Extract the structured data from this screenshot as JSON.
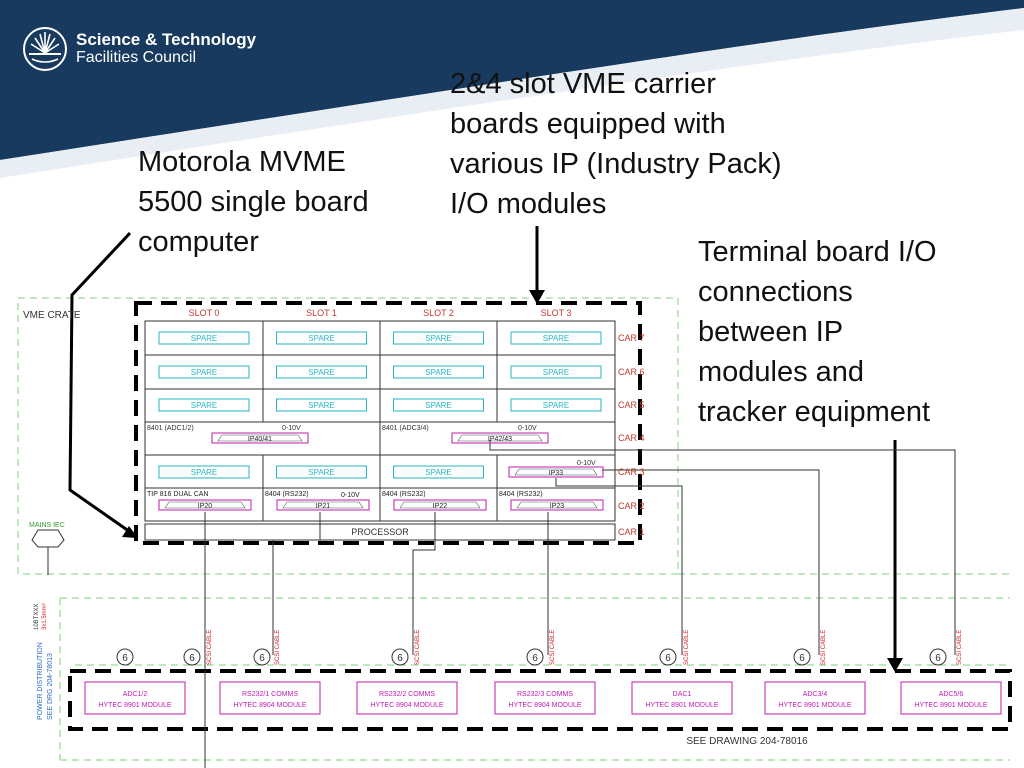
{
  "logo": {
    "line1": "Science & Technology",
    "line2": "Facilities Council"
  },
  "annotations": {
    "motorola": "Motorola MVME\n5500 single board\ncomputer",
    "carrier": "2&4 slot VME carrier\nboards equipped with\nvarious IP (Industry Pack)\nI/O modules",
    "terminal": "Terminal board I/O\nconnections\nbetween IP\nmodules and\ntracker equipment"
  },
  "crate": {
    "title": "VME CRATE",
    "slots": [
      "SLOT 0",
      "SLOT 1",
      "SLOT 2",
      "SLOT 3"
    ],
    "car_labels": [
      "CAR 7",
      "CAR 6",
      "CAR 5",
      "CAR 4",
      "CAR 3",
      "CAR 2",
      "CAR 1"
    ],
    "spare": "SPARE",
    "car4": {
      "left_label": "8401 (ADC1/2)",
      "left_range": "0-10V",
      "left_ip": "IP40/41",
      "right_label": "8401 (ADC3/4)",
      "right_range": "0-10V",
      "right_ip": "IP42/43"
    },
    "car3": {
      "range": "0-10V",
      "ip": "IP33"
    },
    "car2": [
      {
        "label": "TIP 816 DUAL CAN",
        "ip": "IP20"
      },
      {
        "label": "8404 (RS232)",
        "ip": "IP21",
        "range": "0-10V"
      },
      {
        "label": "8404 (RS232)",
        "ip": "IP22"
      },
      {
        "label": "8404 (RS232)",
        "ip": "IP23"
      }
    ],
    "processor": "PROCESSOR",
    "mains": "MAINS IEC",
    "side_labels": [
      "10BTXXX",
      "3x1.5mm²",
      "POWER DISTRIBUTION",
      "SEE DRG 204-78013"
    ]
  },
  "terminal_row": {
    "cable_label": "SCSI CABLE",
    "cable_count": "6",
    "modules": [
      {
        "line1": "ADC1/2",
        "line2": "HYTEC 8901 MODULE"
      },
      {
        "line1": "RS232/1 COMMS",
        "line2": "HYTEC 8904 MODULE"
      },
      {
        "line1": "RS232/2 COMMS",
        "line2": "HYTEC 8904 MODULE"
      },
      {
        "line1": "RS232/3 COMMS",
        "line2": "HYTEC 8904 MODULE"
      },
      {
        "line1": "DAC1",
        "line2": "HYTEC 8901 MODULE"
      },
      {
        "line1": "ADC3/4",
        "line2": "HYTEC 8901 MODULE"
      },
      {
        "line1": "ADC5/6",
        "line2": "HYTEC 8901 MODULE"
      }
    ],
    "drawing_ref": "SEE DRAWING 204-78016"
  },
  "colors": {
    "header_navy": "#173a5e",
    "cad_green": "#7fd27f",
    "spare_cyan": "#26b6c6",
    "ip_magenta": "#c21bb0",
    "cable_red": "#d21c1c"
  }
}
